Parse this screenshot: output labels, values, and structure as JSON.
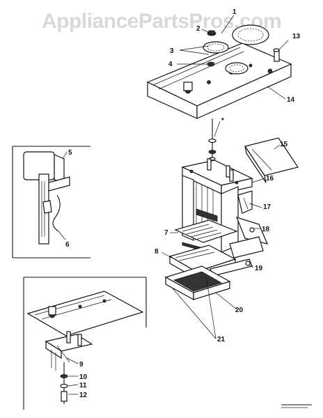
{
  "watermark": "AppliancePartsPros.com",
  "callouts": {
    "c1": "1",
    "c2": "2",
    "c3": "3",
    "c4": "4",
    "c5": "5",
    "c6": "6",
    "c7": "7",
    "c8": "8",
    "c9": "9",
    "c10": "10",
    "c11": "11",
    "c12": "12",
    "c13": "13",
    "c14": "14",
    "c15": "15",
    "c16": "16",
    "c17": "17",
    "c18": "18",
    "c19": "19",
    "c20": "20",
    "c21": "21"
  },
  "marker": "*"
}
